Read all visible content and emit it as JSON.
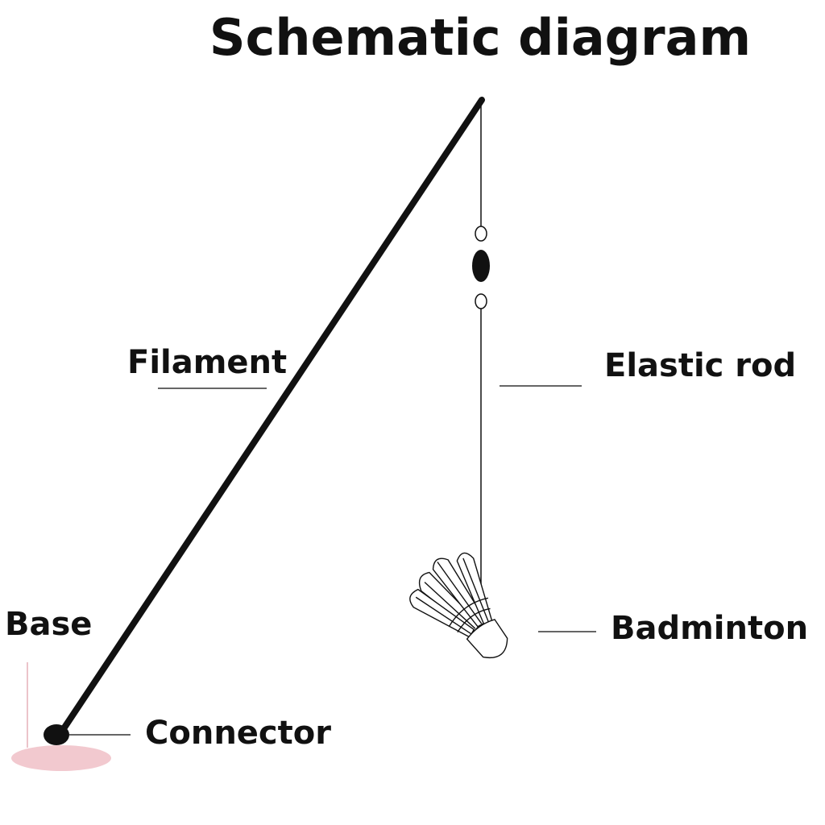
{
  "title": "Schematic diagram",
  "labels": {
    "filament": "Filament",
    "elastic_rod": "Elastic rod",
    "base": "Base",
    "badminton": "Badminton",
    "connector": "Connector"
  },
  "colors": {
    "stroke": "#111111",
    "base_shadow": "#f2c9cf",
    "base_line": "#e6b0b8"
  }
}
